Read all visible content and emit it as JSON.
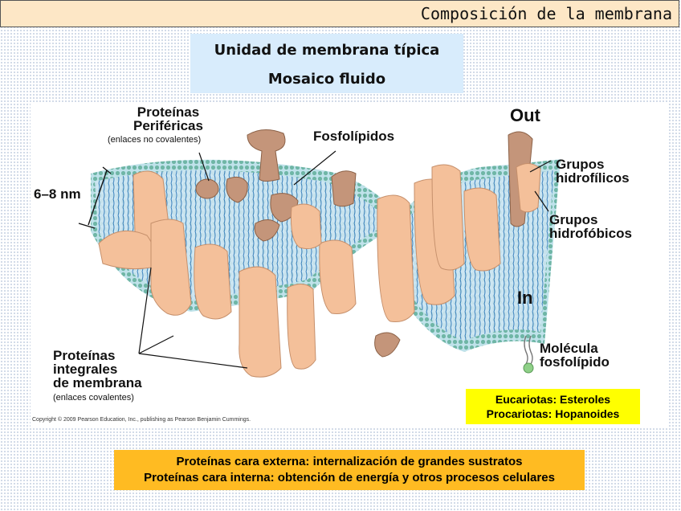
{
  "header": {
    "title": "Composición de la membrana"
  },
  "subtitle": {
    "line1": "Unidad de membrana típica",
    "line2": "Mosaico fluido"
  },
  "diagram": {
    "peripheral_title": "Proteínas\nPeriféricas",
    "peripheral_note": "(enlaces no covalentes)",
    "phospholipids": "Fosfolípidos",
    "out": "Out",
    "in": "In",
    "thickness": "6–8 nm",
    "hydrophilic": "Grupos\nhidrofílicos",
    "hydrophobic": "Grupos\nhidrofóbicos",
    "integral_title": "Proteínas\nintegrales\nde membrana",
    "integral_note": "(enlaces covalentes)",
    "molecule": "Molécula\nfosfolípido",
    "copyright": "Copyright © 2009 Pearson Education, Inc., publishing as Pearson Benjamin Cummings."
  },
  "sterols": {
    "line1": "Eucariotas: Esteroles",
    "line2": "Procariotas: Hopanoides"
  },
  "footer": {
    "line1": "Proteínas cara externa: internalización de grandes sustratos",
    "line2": "Proteínas cara interna: obtención de energía y otros procesos celulares"
  },
  "colors": {
    "head": "#7fbfb0",
    "tail": "#2b76b8",
    "protein": "#f4c09a",
    "protein_dark": "#b8866a"
  }
}
